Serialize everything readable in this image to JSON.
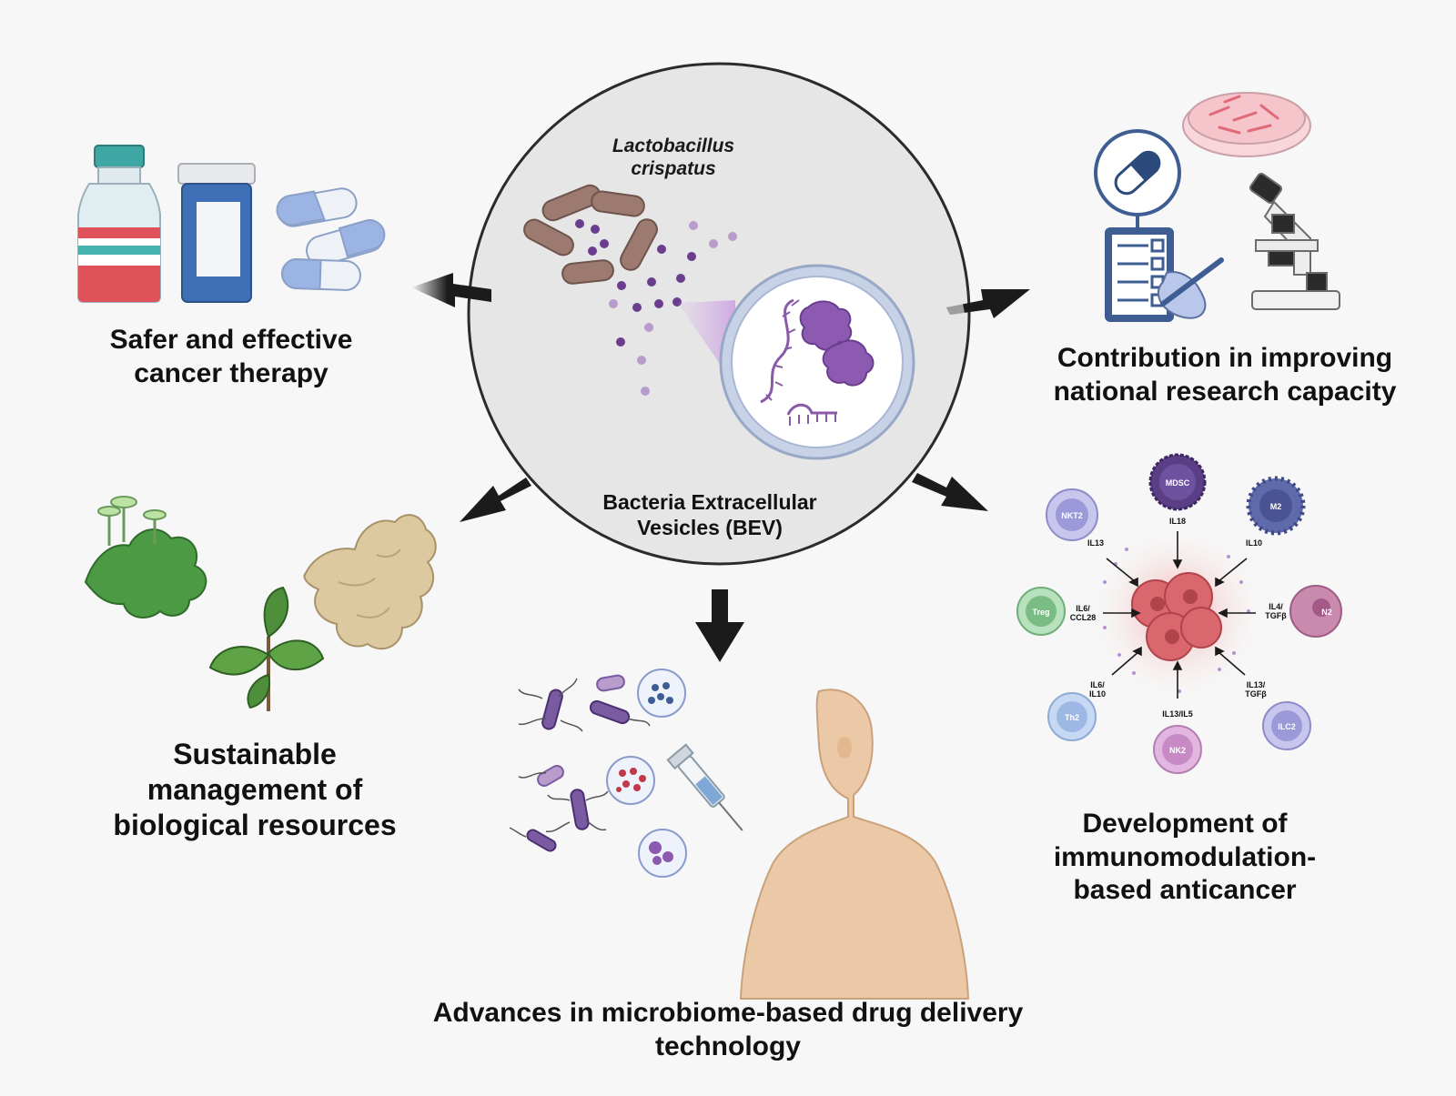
{
  "center": {
    "species_line1": "Lactobacillus",
    "species_line2": "crispatus",
    "title_line1": "Bacteria Extracellular",
    "title_line2": "Vesicles (BEV)"
  },
  "outcomes": {
    "cancer_therapy": [
      "Safer and effective",
      "cancer therapy"
    ],
    "research_capacity": [
      "Contribution in improving",
      "national research capacity"
    ],
    "biological_resources": [
      "Sustainable",
      "management of",
      "biological resources"
    ],
    "immunomodulation": [
      "Development of",
      "immunomodulation-",
      "based anticancer"
    ],
    "drug_delivery": [
      "Advances in microbiome-based drug delivery",
      "technology"
    ]
  },
  "immune_cells": {
    "mdsc": "MDSC",
    "nkt2": "NKT2",
    "m2": "M2",
    "treg": "Treg",
    "n2": "N2",
    "th2": "Th2",
    "nk2": "NK2",
    "ilc2": "ILC2"
  },
  "cytokines": {
    "il18": "IL18",
    "il13": "IL13",
    "il10": "IL10",
    "il6_ccl28_a": "IL6/",
    "il6_ccl28_b": "CCL28",
    "il4_tgfb_a": "IL4/",
    "il4_tgfb_b": "TGFβ",
    "il6_il10_a": "IL6/",
    "il6_il10_b": "IL10",
    "il13_tgfb_a": "IL13/",
    "il13_tgfb_b": "TGFβ",
    "il13_il5": "IL13/IL5"
  },
  "colors": {
    "background": "#f7f7f7",
    "center_circle": "#e6e6e6",
    "bacteria": "#9c7a70",
    "vesicle": "#6a3d8f",
    "arrow": "#1b1b1b",
    "tumor": "#d9676d",
    "skin": "#ecc9a6"
  }
}
